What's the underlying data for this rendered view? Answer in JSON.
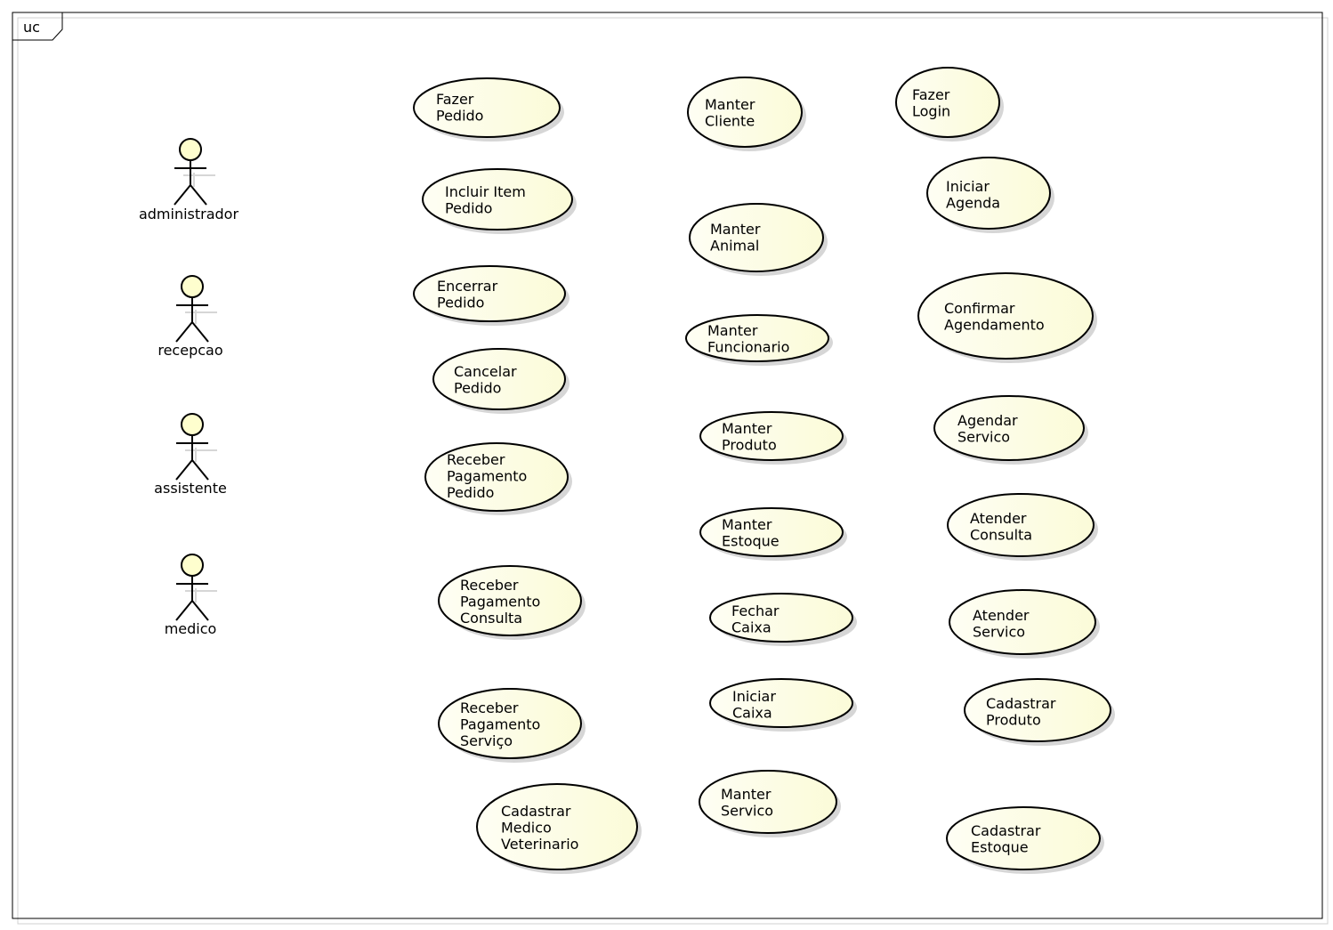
{
  "frame": {
    "label": "uc"
  },
  "actors": [
    {
      "id": "administrador",
      "name": "administrador"
    },
    {
      "id": "recepcao",
      "name": "recepcao"
    },
    {
      "id": "assistente",
      "name": "assistente"
    },
    {
      "id": "medico",
      "name": "medico"
    }
  ],
  "use_cases": [
    {
      "id": "fazer-pedido",
      "lines": [
        "Fazer",
        "Pedido"
      ]
    },
    {
      "id": "incluir-item-pedido",
      "lines": [
        "Incluir Item",
        "Pedido"
      ]
    },
    {
      "id": "encerrar-pedido",
      "lines": [
        "Encerrar",
        "Pedido"
      ]
    },
    {
      "id": "cancelar-pedido",
      "lines": [
        "Cancelar",
        "Pedido"
      ]
    },
    {
      "id": "receber-pagamento-pedido",
      "lines": [
        "Receber",
        "Pagamento",
        "Pedido"
      ]
    },
    {
      "id": "receber-pagamento-consulta",
      "lines": [
        "Receber",
        "Pagamento",
        "Consulta"
      ]
    },
    {
      "id": "receber-pagamento-servico",
      "lines": [
        "Receber",
        "Pagamento",
        "Serviço"
      ]
    },
    {
      "id": "cadastrar-medico-veterinario",
      "lines": [
        "Cadastrar",
        "Medico",
        "Veterinario"
      ]
    },
    {
      "id": "manter-cliente",
      "lines": [
        "Manter",
        "Cliente"
      ]
    },
    {
      "id": "manter-animal",
      "lines": [
        "Manter",
        "Animal"
      ]
    },
    {
      "id": "manter-funcionario",
      "lines": [
        "Manter",
        "Funcionario"
      ]
    },
    {
      "id": "manter-produto",
      "lines": [
        "Manter",
        "Produto"
      ]
    },
    {
      "id": "manter-estoque",
      "lines": [
        "Manter",
        "Estoque"
      ]
    },
    {
      "id": "fechar-caixa",
      "lines": [
        "Fechar",
        "Caixa"
      ]
    },
    {
      "id": "iniciar-caixa",
      "lines": [
        "Iniciar",
        "Caixa"
      ]
    },
    {
      "id": "manter-servico",
      "lines": [
        "Manter",
        "Servico"
      ]
    },
    {
      "id": "fazer-login",
      "lines": [
        "Fazer",
        "Login"
      ]
    },
    {
      "id": "iniciar-agenda",
      "lines": [
        "Iniciar",
        "Agenda"
      ]
    },
    {
      "id": "confirmar-agendamento",
      "lines": [
        "Confirmar",
        "Agendamento"
      ]
    },
    {
      "id": "agendar-servico",
      "lines": [
        "Agendar",
        "Servico"
      ]
    },
    {
      "id": "atender-consulta",
      "lines": [
        "Atender",
        "Consulta"
      ]
    },
    {
      "id": "atender-servico",
      "lines": [
        "Atender",
        "Servico"
      ]
    },
    {
      "id": "cadastrar-produto",
      "lines": [
        "Cadastrar",
        "Produto"
      ]
    },
    {
      "id": "cadastrar-estoque",
      "lines": [
        "Cadastrar",
        "Estoque"
      ]
    }
  ],
  "colors": {
    "usecase_fill_start": "#fefef4",
    "usecase_fill_end": "#fbfbd8",
    "actor_fill": "#fefece",
    "stroke": "#000000",
    "shadow": "#d6d6d6"
  }
}
